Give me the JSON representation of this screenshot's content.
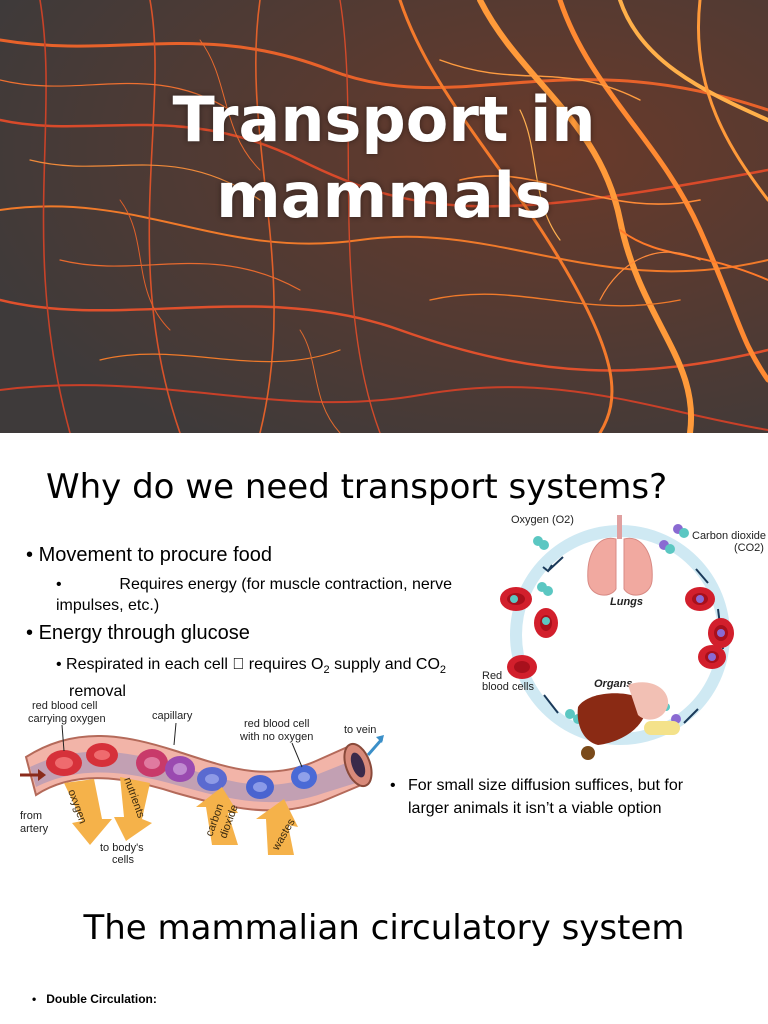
{
  "slide1": {
    "title": "Transport in mammals"
  },
  "slide2": {
    "title": "Why do we need transport systems?",
    "bullets": [
      {
        "text": "Movement to procure food",
        "sub": "Requires energy (for muscle contraction, nerve impulses, etc.)"
      },
      {
        "text": "Energy through glucose",
        "sub_prefix": "Respirated in each cell \u0000 requires O",
        "sub_mid": " supply and CO",
        "sub_sub1": "2",
        "sub_sub2": "2",
        "sub_end": "removal"
      }
    ],
    "side_bullet": "For small size diffusion suffices, but for larger animals it isn’t a viable option",
    "circulation_diagram": {
      "oxygen": "Oxygen (O2)",
      "co2_line1": "Carbon dioxide",
      "co2_line2": "(CO2)",
      "lungs": "Lungs",
      "organs": "Organs",
      "rbc_line1": "Red",
      "rbc_line2": "blood cells"
    },
    "vessel_diagram": {
      "rbc_oxy_line1": "red blood cell",
      "rbc_oxy_line2": "carrying oxygen",
      "capillary": "capillary",
      "rbc_noo_line1": "red blood cell",
      "rbc_noo_line2": "with no oxygen",
      "to_vein": "to vein",
      "from": "from",
      "artery": "artery",
      "oxygen": "oxygen",
      "nutrients": "nutrients",
      "carbon": "carbon",
      "dioxide": "dioxide",
      "wastes": "wastes",
      "to_body_line1": "to body's",
      "to_body_line2": "cells"
    }
  },
  "slide3": {
    "title": "The mammalian circulatory system",
    "bullet": "Double Circulation:"
  },
  "colors": {
    "vein_orange": "#f07a2a",
    "vein_red": "#d9362a",
    "vein_bg": "#4a4444",
    "arrow_blue": "#3b8fc8"
  }
}
